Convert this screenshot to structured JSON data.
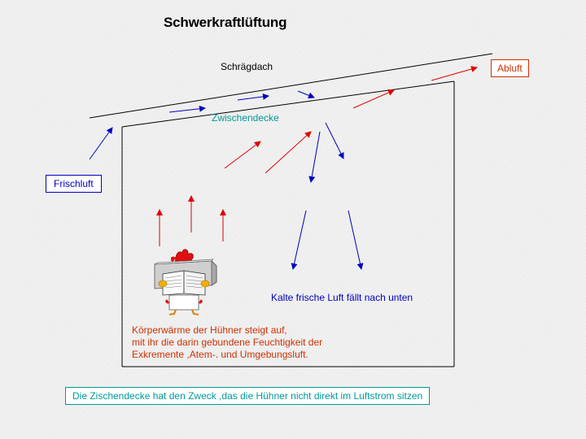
{
  "title": "Schwerkraftlüftung",
  "labels": {
    "roof": "Schrägdach",
    "intermediate_ceiling": "Zwischendecke",
    "exhaust_air": "Abluft",
    "fresh_air": "Frischluft",
    "cold_air": "Kalte frische Luft fällt nach unten",
    "body_heat": [
      "Körperwärme der Hühner steigt auf,",
      "mit ihr die darin gebundene Feuchtigkeit der",
      "Exkremente ,Atem-. und Umgebungsluft."
    ],
    "note": "Die Zischendecke hat den Zweck ,das die Hühner nicht direkt im Luftstrom sitzen"
  },
  "colors": {
    "warm_air": "#e00000",
    "cold_air": "#0000c0",
    "teal": "#009999",
    "structure": "#000000"
  },
  "icons": {
    "chicken": "chicken-reading-newspaper-icon"
  }
}
